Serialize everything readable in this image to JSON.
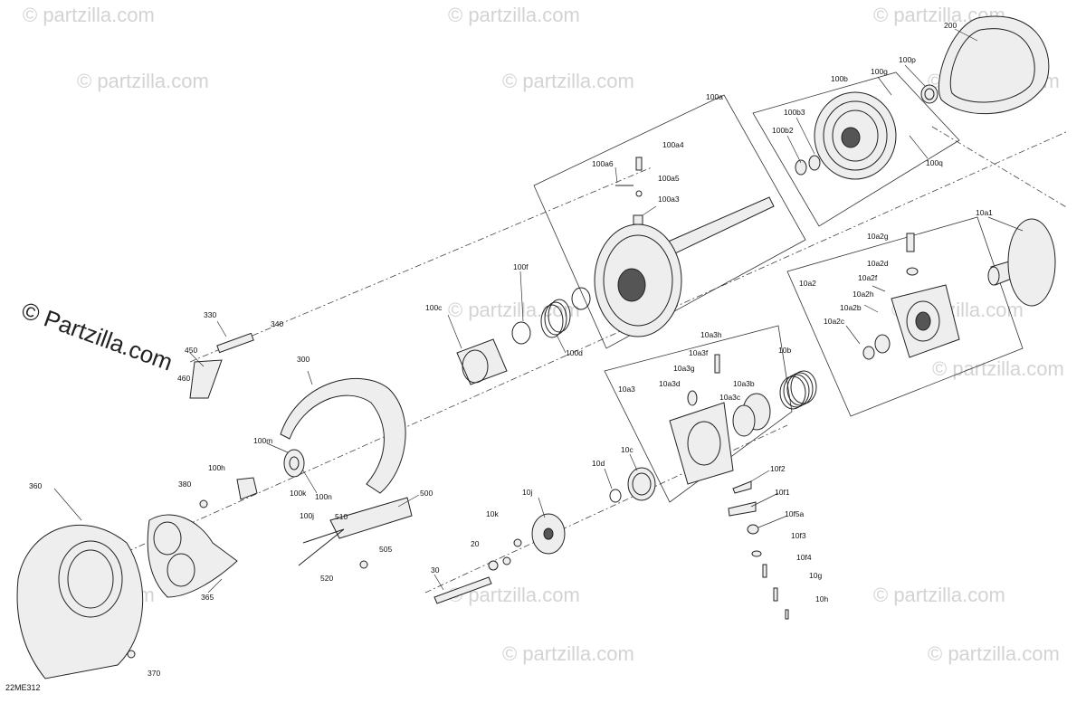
{
  "diagram": {
    "code": "22ME312",
    "watermark": "© Partzilla.com",
    "watermark_small": "© partzilla.com",
    "labels": {
      "p200": "200",
      "p100p": "100p",
      "p100g": "100g",
      "p100b": "100b",
      "p100b3": "100b3",
      "p100b2": "100b2",
      "p100q": "100q",
      "p100a": "100a",
      "p100a4": "100a4",
      "p100a6": "100a6",
      "p100a5": "100a5",
      "p100a3": "100a3",
      "p10a1": "10a1",
      "p10a2g": "10a2g",
      "p10a2d": "10a2d",
      "p10a2f": "10a2f",
      "p10a2": "10a2",
      "p10a2h": "10a2h",
      "p10a2b": "10a2b",
      "p10a2c": "10a2c",
      "p100f": "100f",
      "p100c": "100c",
      "p100d": "100d",
      "p330": "330",
      "p340": "340",
      "p450": "450",
      "p460": "460",
      "p300": "300",
      "p10a3h": "10a3h",
      "p10a3f": "10a3f",
      "p10a3g": "10a3g",
      "p10a3d": "10a3d",
      "p10a3": "10a3",
      "p10a3b": "10a3b",
      "p10a3c": "10a3c",
      "p10b": "10b",
      "p100m": "100m",
      "p100h": "100h",
      "p100k": "100k",
      "p100n": "100n",
      "p100j": "100j",
      "p360": "360",
      "p380": "380",
      "p500": "500",
      "p510": "510",
      "p505": "505",
      "p520": "520",
      "p365": "365",
      "p370": "370",
      "p10d": "10d",
      "p10c": "10c",
      "p10j": "10j",
      "p10k": "10k",
      "p20": "20",
      "p30": "30",
      "p10f2": "10f2",
      "p10f1": "10f1",
      "p10f5a": "10f5a",
      "p10f3": "10f3",
      "p10f4": "10f4",
      "p10g": "10g",
      "p10h": "10h"
    }
  }
}
